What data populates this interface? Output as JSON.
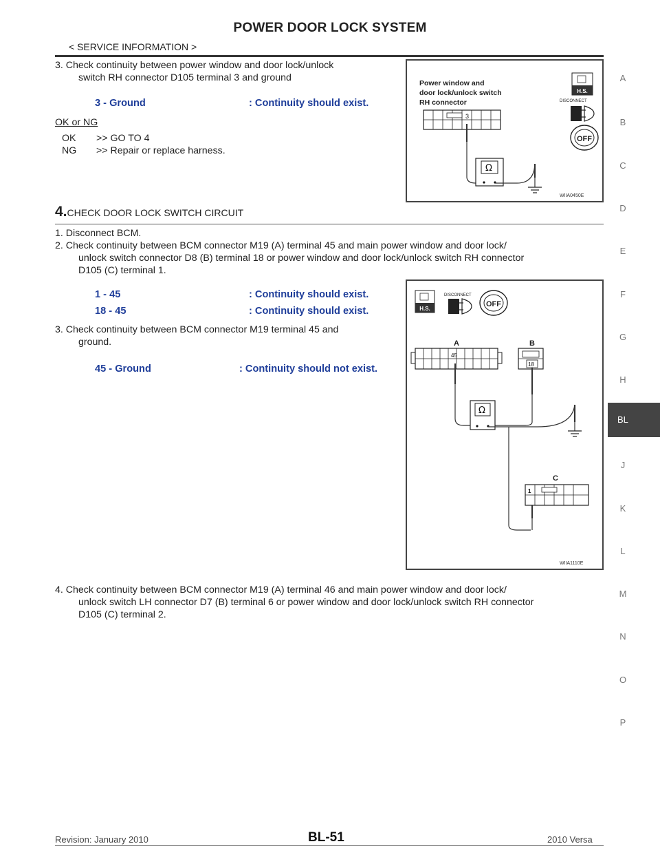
{
  "header": {
    "title": "POWER DOOR LOCK SYSTEM",
    "section": "< SERVICE INFORMATION >"
  },
  "step3": {
    "line1": "3.  Check  continuity  between  power  window  and  door  lock/unlock",
    "line2": "switch RH connector D105 terminal 3 and ground",
    "spec_left": "3 - Ground",
    "spec_right": ": Continuity should exist.",
    "okng_label": "OK or NG",
    "ok_key": "OK",
    "ok_text": ">> GO TO 4",
    "ng_key": "NG",
    "ng_text": ">> Repair or replace harness."
  },
  "figure1": {
    "label_line1": "Power window and",
    "label_line2": "door lock/unlock switch",
    "label_line3": "RH connector",
    "terminal": "3",
    "hs": "H.S.",
    "disconnect": "DISCONNECT",
    "off": "OFF",
    "ohm": "Ω",
    "code": "WIIA0450E"
  },
  "step4": {
    "number": "4.",
    "title": "CHECK DOOR LOCK SWITCH CIRCUIT",
    "s1": "1.  Disconnect BCM.",
    "s2_line1": "2.  Check  continuity  between  BCM  connector  M19  (A)  terminal  45  and  main  power  window  and  door  lock/",
    "s2_line2": "unlock  switch  connector  D8  (B)  terminal  18  or  power  window  and  door  lock/unlock  switch  RH  connector",
    "s2_line3": "D105 (C) terminal 1.",
    "spec1_left": "1 - 45",
    "spec1_right": ": Continuity should exist.",
    "spec2_left": "18 - 45",
    "spec2_right": ": Continuity should exist.",
    "s3_line1": "3.  Check  continuity  between  BCM  connector  M19  terminal  45  and",
    "s3_line2": "ground.",
    "spec3_left": "45 - Ground",
    "spec3_right": ": Continuity should not exist.",
    "s4_line1": "4.  Check  continuity  between  BCM  connector  M19  (A)  terminal  46  and  main  power  window  and  door  lock/",
    "s4_line2": "unlock switch LH connector D7 (B) terminal 6 or power window and door lock/unlock switch RH connector",
    "s4_line3": "D105 (C) terminal 2."
  },
  "figure2": {
    "hs": "H.S.",
    "disconnect": "DISCONNECT",
    "off": "OFF",
    "conn_a": "A",
    "conn_b": "B",
    "conn_c": "C",
    "term_a": "45",
    "term_b": "18",
    "term_c": "1",
    "ohm": "Ω",
    "code": "WIIA1110E"
  },
  "side_index": [
    "A",
    "B",
    "C",
    "D",
    "E",
    "F",
    "G",
    "H",
    "BL",
    "J",
    "K",
    "L",
    "M",
    "N",
    "O",
    "P"
  ],
  "side_active": "BL",
  "footer": {
    "revision": "Revision: January 2010",
    "page": "BL-51",
    "model": "2010 Versa"
  }
}
